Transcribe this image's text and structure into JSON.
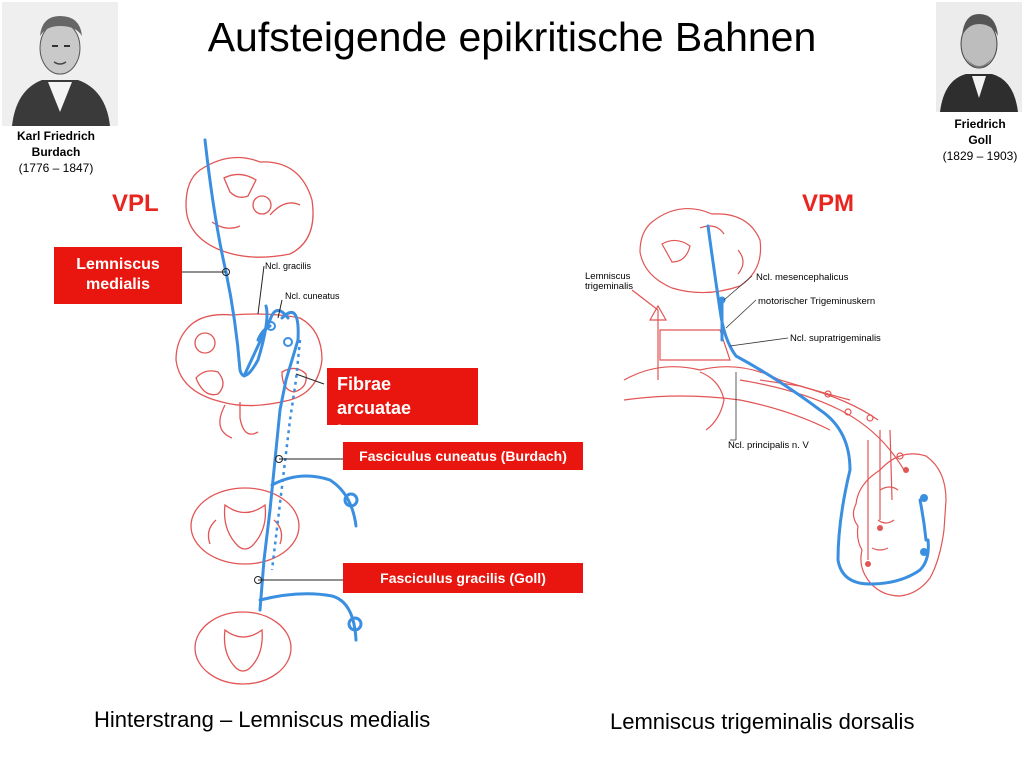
{
  "slide": {
    "title": "Aufsteigende epikritische Bahnen",
    "vpl": "VPL",
    "vpm": "VPM",
    "caption_left": "Hinterstrang – Lemniscus medialis",
    "caption_right": "Lemniscus trigeminalis dorsalis"
  },
  "portraits": {
    "left": {
      "name_line1": "Karl Friedrich",
      "name_line2": "Burdach",
      "years": "(1776 – 1847)"
    },
    "right": {
      "name_line1": "Friedrich",
      "name_line2": "Goll",
      "years": "(1829 – 1903)"
    }
  },
  "boxes": {
    "lemniscus_line1": "Lemniscus",
    "lemniscus_line2": "medialis",
    "fibrae_line1": "Fibrae",
    "fibrae_line2": "arcuatae",
    "fibrae_line3": "internae",
    "cuneatus": "Fasciculus cuneatus (Burdach)",
    "gracilis": "Fasciculus gracilis (Goll)"
  },
  "labels": {
    "ncl_gracilis": "Ncl. gracilis",
    "ncl_cuneatus": "Ncl. cuneatus",
    "lemniscus_trig_1": "Lemniscus",
    "lemniscus_trig_2": "trigeminalis",
    "ncl_mesencephalicus": "Ncl. mesencephalicus",
    "motor_trig": "motorischer Trigeminuskern",
    "ncl_supratrig": "Ncl. supratrigeminalis",
    "ncl_principalis": "Ncl. principalis n. V"
  },
  "colors": {
    "accent_red": "#e8160e",
    "pathway_blue": "#3b8fe0",
    "outline_red": "#e25555"
  }
}
